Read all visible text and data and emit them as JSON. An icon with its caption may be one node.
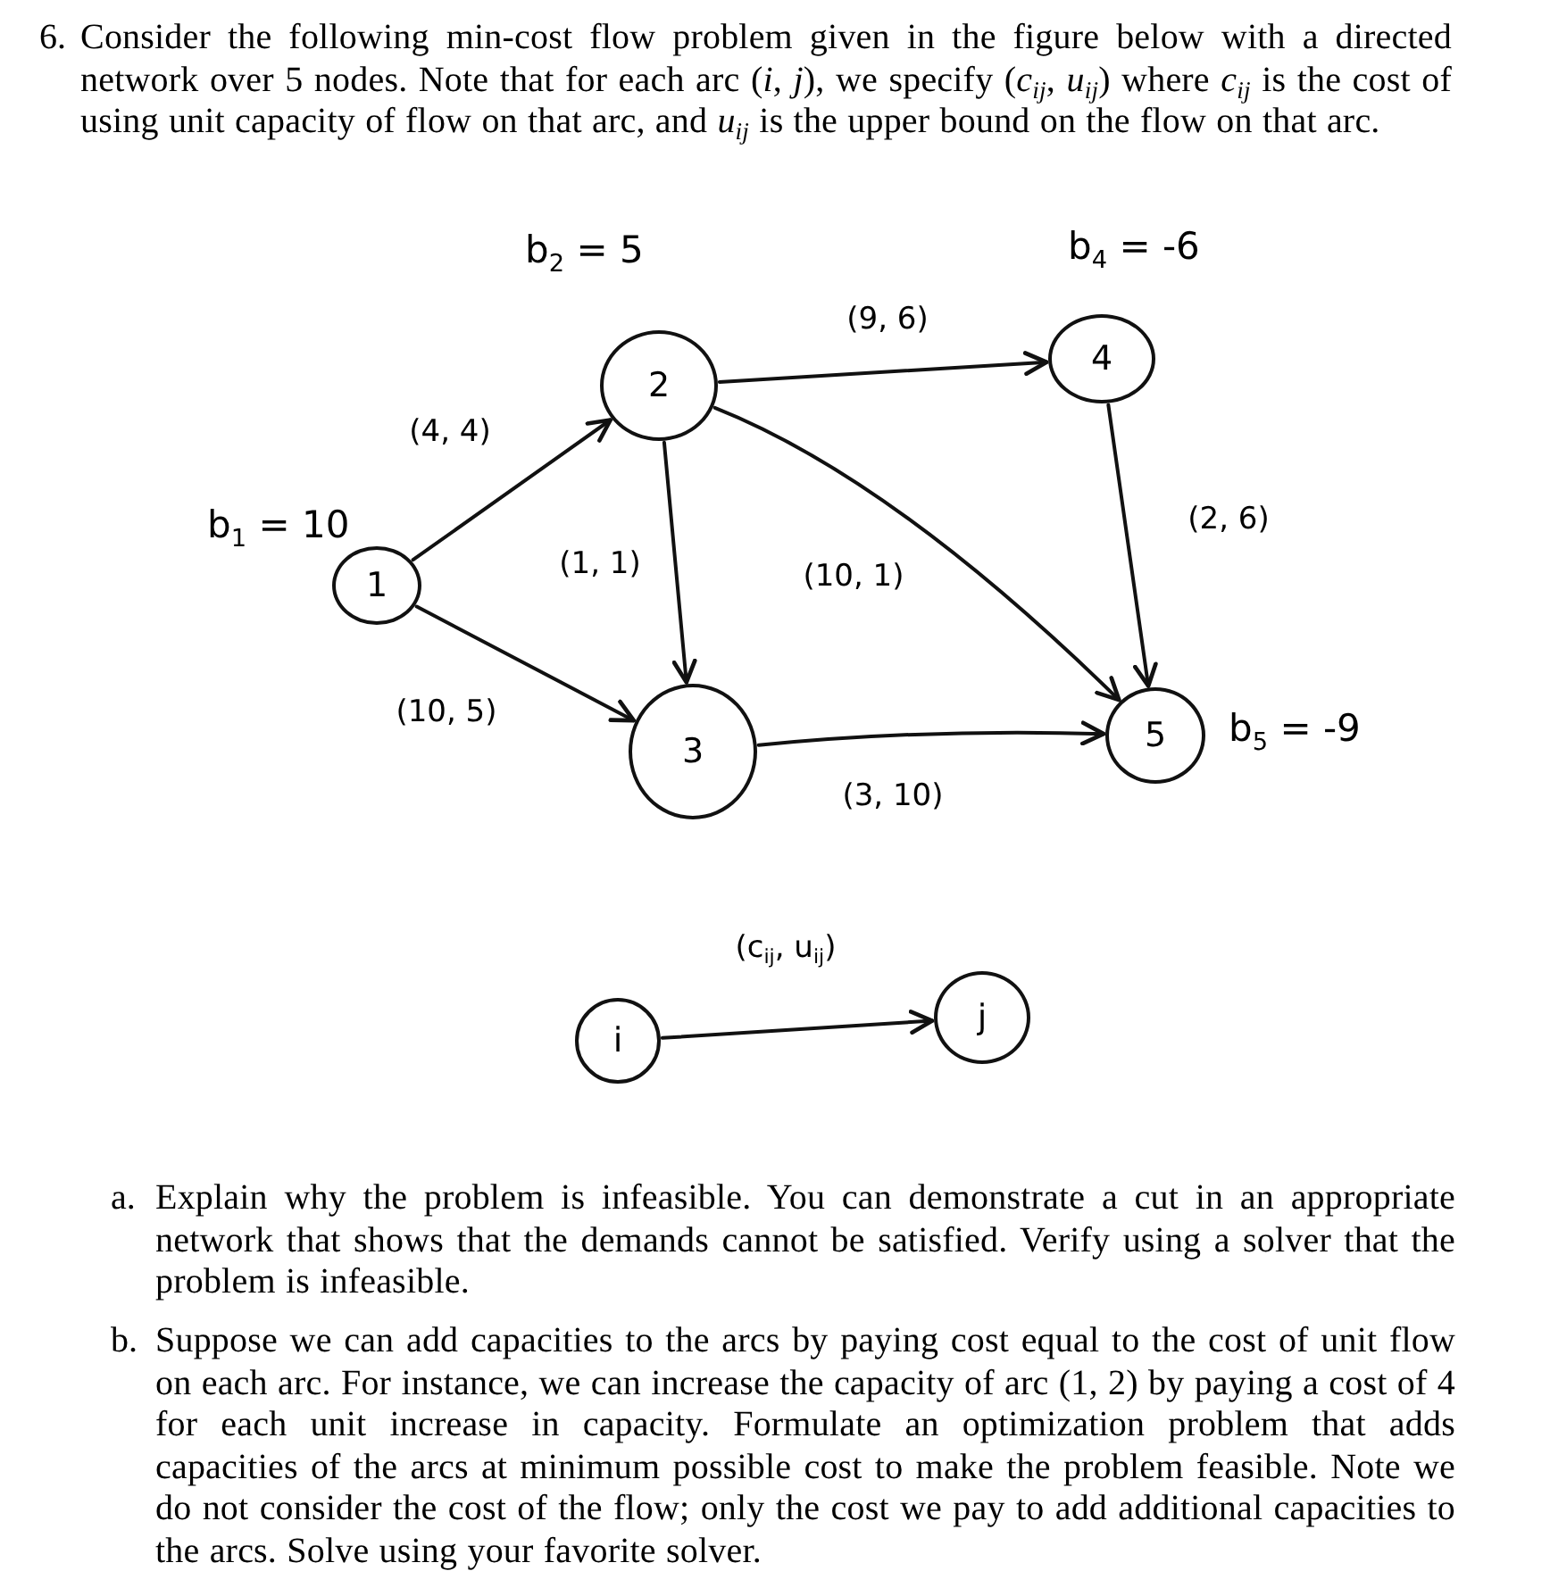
{
  "diagram": {
    "nodes": [
      {
        "text": [
          "1"
        ],
        "beside": [
          "b$_{1}$ = 10"
        ]
      },
      {
        "text": [
          "2"
        ],
        "beside": [
          "b$_{2}$ = 5"
        ]
      },
      {
        "text": [
          "3"
        ]
      },
      {
        "text": [
          "4"
        ],
        "beside": [
          "b$_{4}$ = -6"
        ]
      },
      {
        "text": [
          "5"
        ],
        "beside": [
          "b$_{5}$ = -9"
        ]
      },
      {
        "text": [
          "i"
        ]
      },
      {
        "text": [
          "j"
        ]
      }
    ],
    "edges": [
      {
        "from": 0,
        "to": 1,
        "arrow": "to",
        "label": "(4, 4)"
      },
      {
        "from": 0,
        "to": 2,
        "arrow": "to",
        "label": "(10, 5)"
      },
      {
        "from": 1,
        "to": 2,
        "arrow": "to",
        "label": "(1, 1)"
      },
      {
        "from": 1,
        "to": 3,
        "arrow": "to",
        "label": "(9, 6)"
      },
      {
        "from": 1,
        "to": 4,
        "arrow": "to",
        "label": "(10, 1)"
      },
      {
        "from": 3,
        "to": 4,
        "arrow": "to",
        "label": "(2, 6)"
      },
      {
        "from": 2,
        "to": 4,
        "arrow": "to",
        "label": "(3, 10)"
      },
      {
        "from": 5,
        "to": 6,
        "arrow": "to",
        "label": "(c$_{ij}$, u$_{ij}$)"
      }
    ],
    "labels": [
      "6.",
      "Consider the following min-cost flow problem given in the figure below with a directed network over 5 nodes. Note that for each arc (*i*, *j*), we specify (*c*$_{ij}$, *u*$_{ij}$) where *c*$_{ij}$ is the cost of using unit capacity of flow on that arc, and *u*$_{ij}$ is the upper bound on the flow on that arc.",
      "a.",
      "Explain why the problem is infeasible. You can demonstrate a cut in an appropriate network that shows that the demands cannot be satisfied. Verify using a solver that the problem is infeasible.",
      "b.",
      "Suppose we can add capacities to the arcs by paying cost equal to the cost of unit flow on each arc. For instance, we can increase the capacity of arc (1, 2) by paying a cost of 4 for each unit increase in capacity. Formulate an optimization problem that adds capacities of the arcs at minimum possible cost to make the problem feasible. Note we do not consider the cost of the flow; only the cost we pay to add additional capacities to the arcs. Solve using your favorite solver."
    ]
  }
}
